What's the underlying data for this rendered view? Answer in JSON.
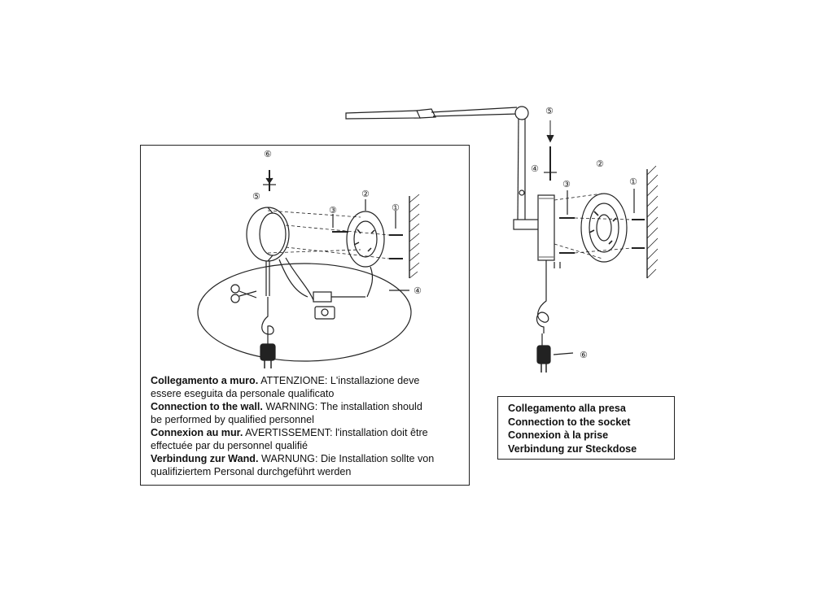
{
  "wall_section": {
    "lines": [
      {
        "bold": "Collegamento a muro.",
        "text": "  ATTENZIONE: L'installazione deve"
      },
      {
        "bold": "",
        "text": "essere eseguita da personale qualificato"
      },
      {
        "bold": "Connection to the wall.",
        "text": "  WARNING: The installation should"
      },
      {
        "bold": "",
        "text": "be performed by qualified personnel"
      },
      {
        "bold": "Connexion au mur.",
        "text": "  AVERTISSEMENT: l'installation doit être"
      },
      {
        "bold": "",
        "text": "effectuée par du personnel qualifié"
      },
      {
        "bold": "Verbindung zur Wand.",
        "text": "  WARNUNG: Die Installation sollte von"
      },
      {
        "bold": "",
        "text": "qualifiziertem Personal durchgeführt werden"
      }
    ],
    "callouts": [
      "⑥",
      "⑤",
      "③",
      "②",
      "①",
      "④"
    ]
  },
  "socket_section": {
    "lines": [
      "Collegamento alla presa",
      "Connection to the socket",
      "Connexion à la prise",
      "Verbindung zur Steckdose"
    ],
    "callouts": [
      "⑤",
      "④",
      "③",
      "②",
      "①",
      "⑥"
    ]
  }
}
